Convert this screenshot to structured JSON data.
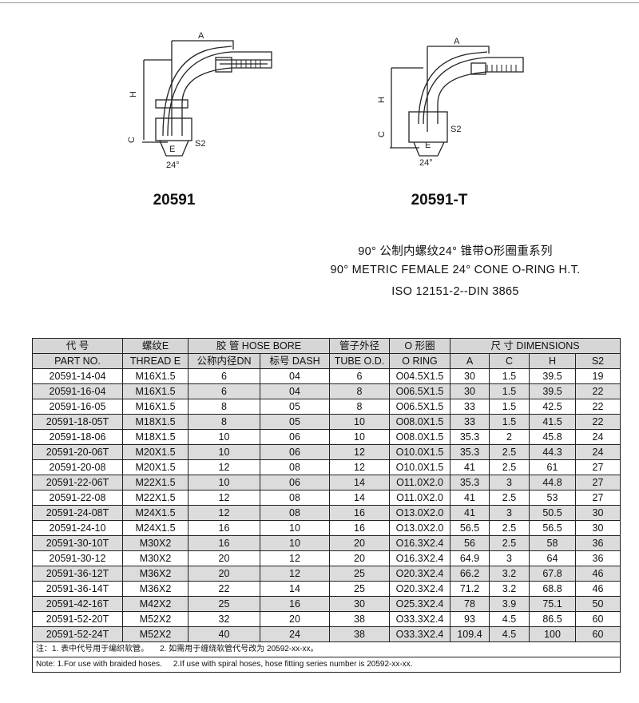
{
  "diagrams": [
    {
      "caption": "20591",
      "labels": {
        "a": "A",
        "h": "H",
        "c": "C",
        "e": "E",
        "s2": "S2",
        "angle": "24°"
      }
    },
    {
      "caption": "20591-T",
      "labels": {
        "a": "A",
        "h": "H",
        "c": "C",
        "e": "E",
        "s2": "S2",
        "angle": "24°"
      }
    }
  ],
  "title": {
    "line1": "90° 公制内螺纹24° 锥带O形圈重系列",
    "line2": "90° METRIC FEMALE 24° CONE O-RING H.T.",
    "line3": "ISO 12151-2--DIN 3865"
  },
  "table": {
    "header": {
      "part_cn": "代 号",
      "part_en": "PART NO.",
      "thread_cn": "螺纹E",
      "thread_en": "THREAD E",
      "hose_bore": "胶 管 HOSE BORE",
      "dn": "公称内径DN",
      "dash": "标号 DASH",
      "tube_cn": "管子外径",
      "tube_en": "TUBE O.D.",
      "oring_cn": "O 形圈",
      "oring_en": "O RING",
      "dimensions": "尺 寸 DIMENSIONS",
      "a": "A",
      "c": "C",
      "h": "H",
      "s2": "S2"
    },
    "rows": [
      [
        "20591-14-04",
        "M16X1.5",
        "6",
        "04",
        "6",
        "O04.5X1.5",
        "30",
        "1.5",
        "39.5",
        "19"
      ],
      [
        "20591-16-04",
        "M16X1.5",
        "6",
        "04",
        "8",
        "O06.5X1.5",
        "30",
        "1.5",
        "39.5",
        "22"
      ],
      [
        "20591-16-05",
        "M16X1.5",
        "8",
        "05",
        "8",
        "O06.5X1.5",
        "33",
        "1.5",
        "42.5",
        "22"
      ],
      [
        "20591-18-05T",
        "M18X1.5",
        "8",
        "05",
        "10",
        "O08.0X1.5",
        "33",
        "1.5",
        "41.5",
        "22"
      ],
      [
        "20591-18-06",
        "M18X1.5",
        "10",
        "06",
        "10",
        "O08.0X1.5",
        "35.3",
        "2",
        "45.8",
        "24"
      ],
      [
        "20591-20-06T",
        "M20X1.5",
        "10",
        "06",
        "12",
        "O10.0X1.5",
        "35.3",
        "2.5",
        "44.3",
        "24"
      ],
      [
        "20591-20-08",
        "M20X1.5",
        "12",
        "08",
        "12",
        "O10.0X1.5",
        "41",
        "2.5",
        "61",
        "27"
      ],
      [
        "20591-22-06T",
        "M22X1.5",
        "10",
        "06",
        "14",
        "O11.0X2.0",
        "35.3",
        "3",
        "44.8",
        "27"
      ],
      [
        "20591-22-08",
        "M22X1.5",
        "12",
        "08",
        "14",
        "O11.0X2.0",
        "41",
        "2.5",
        "53",
        "27"
      ],
      [
        "20591-24-08T",
        "M24X1.5",
        "12",
        "08",
        "16",
        "O13.0X2.0",
        "41",
        "3",
        "50.5",
        "30"
      ],
      [
        "20591-24-10",
        "M24X1.5",
        "16",
        "10",
        "16",
        "O13.0X2.0",
        "56.5",
        "2.5",
        "56.5",
        "30"
      ],
      [
        "20591-30-10T",
        "M30X2",
        "16",
        "10",
        "20",
        "O16.3X2.4",
        "56",
        "2.5",
        "58",
        "36"
      ],
      [
        "20591-30-12",
        "M30X2",
        "20",
        "12",
        "20",
        "O16.3X2.4",
        "64.9",
        "3",
        "64",
        "36"
      ],
      [
        "20591-36-12T",
        "M36X2",
        "20",
        "12",
        "25",
        "O20.3X2.4",
        "66.2",
        "3.2",
        "67.8",
        "46"
      ],
      [
        "20591-36-14T",
        "M36X2",
        "22",
        "14",
        "25",
        "O20.3X2.4",
        "71.2",
        "3.2",
        "68.8",
        "46"
      ],
      [
        "20591-42-16T",
        "M42X2",
        "25",
        "16",
        "30",
        "O25.3X2.4",
        "78",
        "3.9",
        "75.1",
        "50"
      ],
      [
        "20591-52-20T",
        "M52X2",
        "32",
        "20",
        "38",
        "O33.3X2.4",
        "93",
        "4.5",
        "86.5",
        "60"
      ],
      [
        "20591-52-24T",
        "M52X2",
        "40",
        "24",
        "38",
        "O33.3X2.4",
        "109.4",
        "4.5",
        "100",
        "60"
      ]
    ],
    "notes": {
      "cn1": "注：1. 表中代号用于编织软管。",
      "cn2": "2. 如需用于缠绕软管代号改为 20592-xx-xx。",
      "en1": "Note: 1.For use with braided hoses.",
      "en2": "2.If use with spiral hoses, hose fitting series number is 20592-xx-xx."
    }
  }
}
